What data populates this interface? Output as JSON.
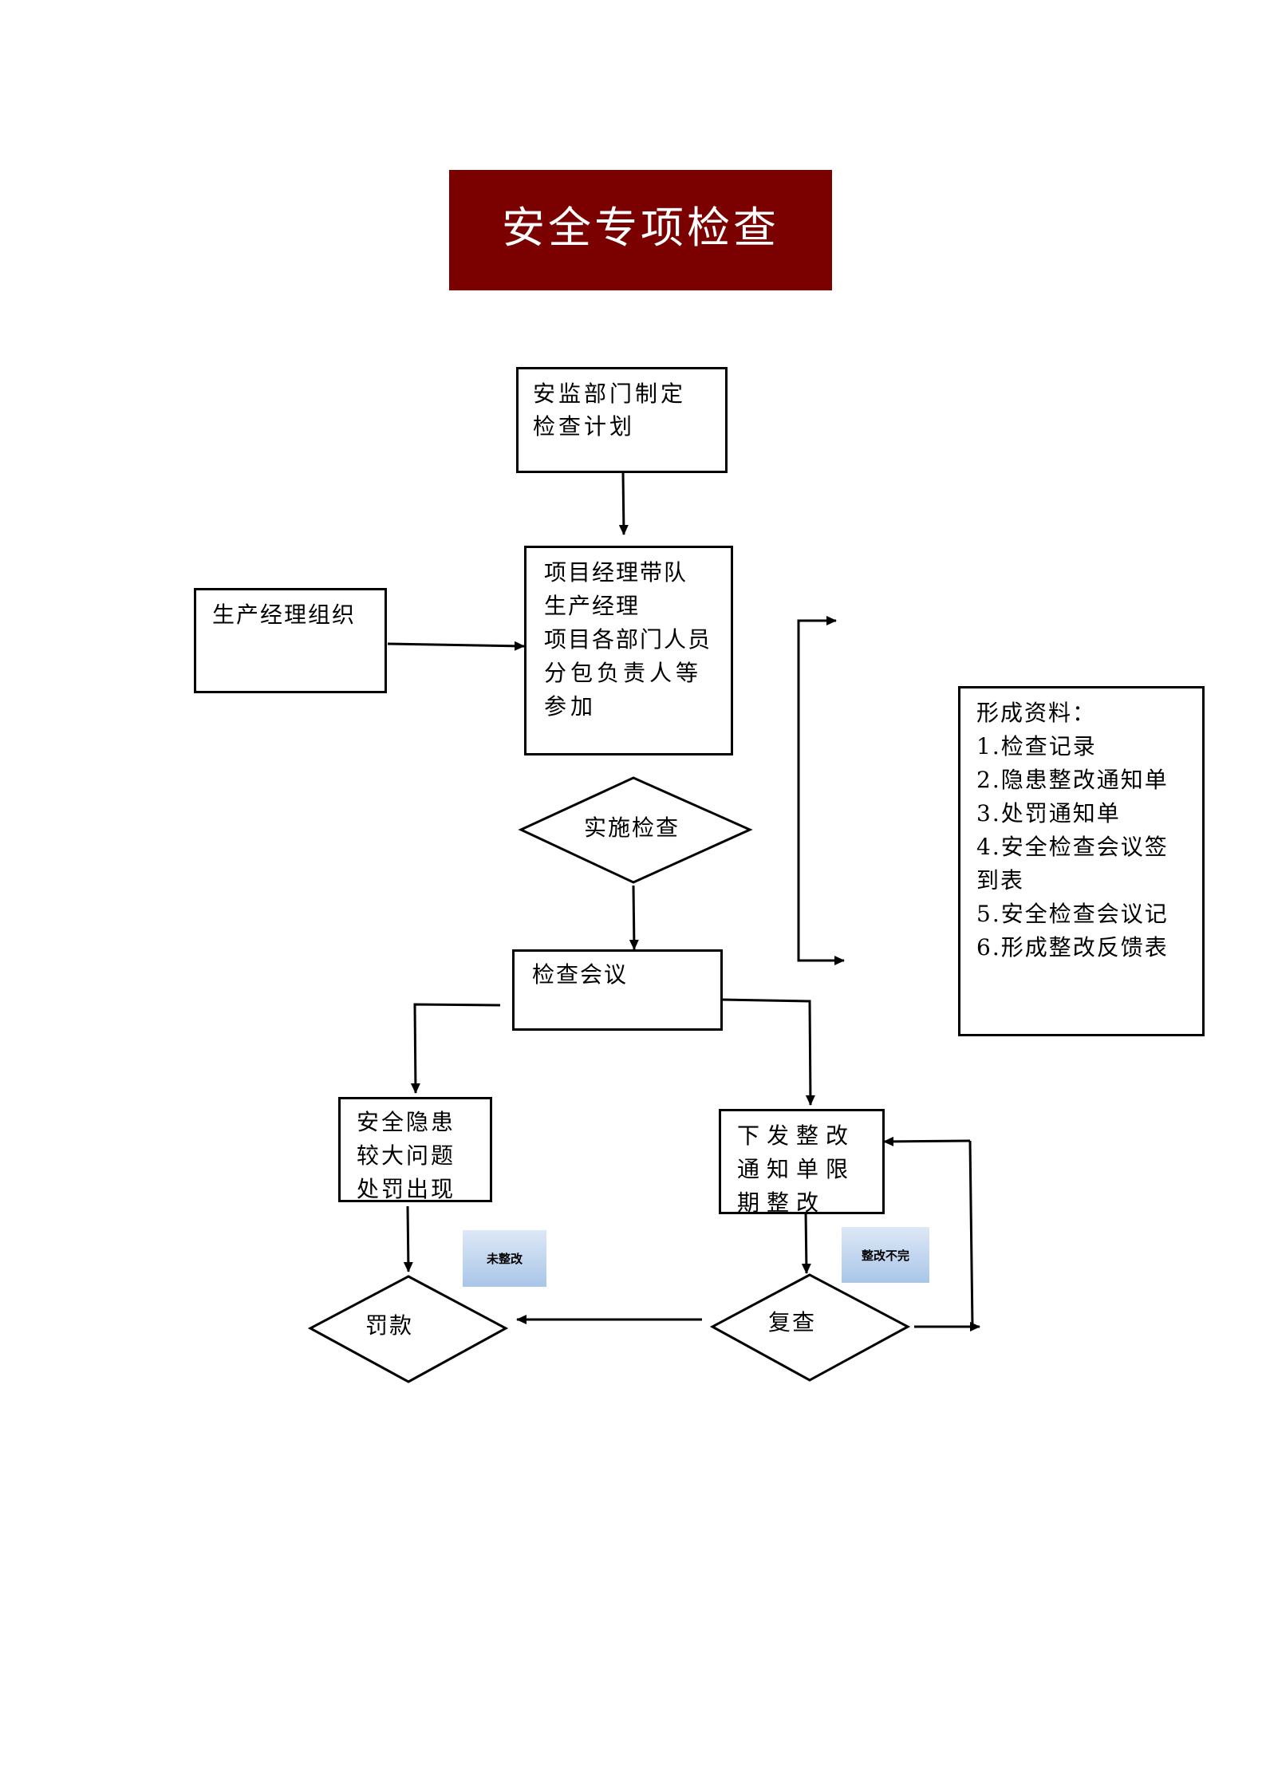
{
  "title": "安全专项检查",
  "boxes": {
    "plan": "安监部门制定检查计划",
    "organizer": "生产经理组织",
    "team": [
      "项目经理带队",
      "生产经理",
      "项目各部门人员",
      "分包负责人等参加"
    ],
    "meeting": "检查会议",
    "penalty": "安全隐患较大问题处罚出现",
    "notice": "下发整改通知单限期整改"
  },
  "decisions": {
    "implement": "实施检查",
    "fine": "罚款",
    "recheck": "复查"
  },
  "tags": {
    "not_rectified": "未整改",
    "incomplete": "整改不完"
  },
  "materials": {
    "heading": "形成资料：",
    "items": [
      "1.检查记录",
      "2.隐患整改通知单",
      "3.处罚通知单",
      "4.安全检查会议签到表",
      "5.安全检查会议记",
      "6.形成整改反馈表"
    ]
  }
}
